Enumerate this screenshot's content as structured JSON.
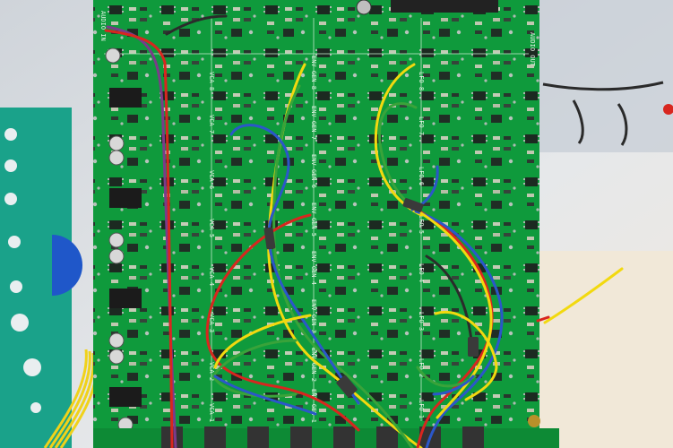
{
  "board": {
    "silkscreen": {
      "audio_in": "AUDIO IN",
      "vca_labels": [
        "VCA 8",
        "VCA 7",
        "VCA 6",
        "VCA 5",
        "VCA 4",
        "VCA 3",
        "VCA 2",
        "VCA 1"
      ],
      "env_labels": [
        "ENV GEN 8",
        "ENV GEN 7",
        "ENV GEN 6",
        "ENV GEN 5",
        "ENV GEN 4",
        "ENV GEN 3",
        "ENV GEN 2",
        "ENV GEN 1"
      ],
      "lfo_labels": [
        "LFO 8",
        "LFO 7",
        "LFO 6",
        "LFO 5",
        "LFO 4",
        "LFO 3",
        "LFO 2",
        "LFO 1"
      ],
      "audio_out": "AUDIO OUT"
    }
  },
  "colors": {
    "pcb_green": "#0f9a3c",
    "pcb_dark": "#0a7a2d",
    "wire_red": "#d8261f",
    "wire_yellow": "#f2d90f",
    "wire_blue": "#2b57c9",
    "wire_green": "#39a33a",
    "wire_black": "#2b2b2b",
    "wire_purple": "#7b3b8a"
  }
}
